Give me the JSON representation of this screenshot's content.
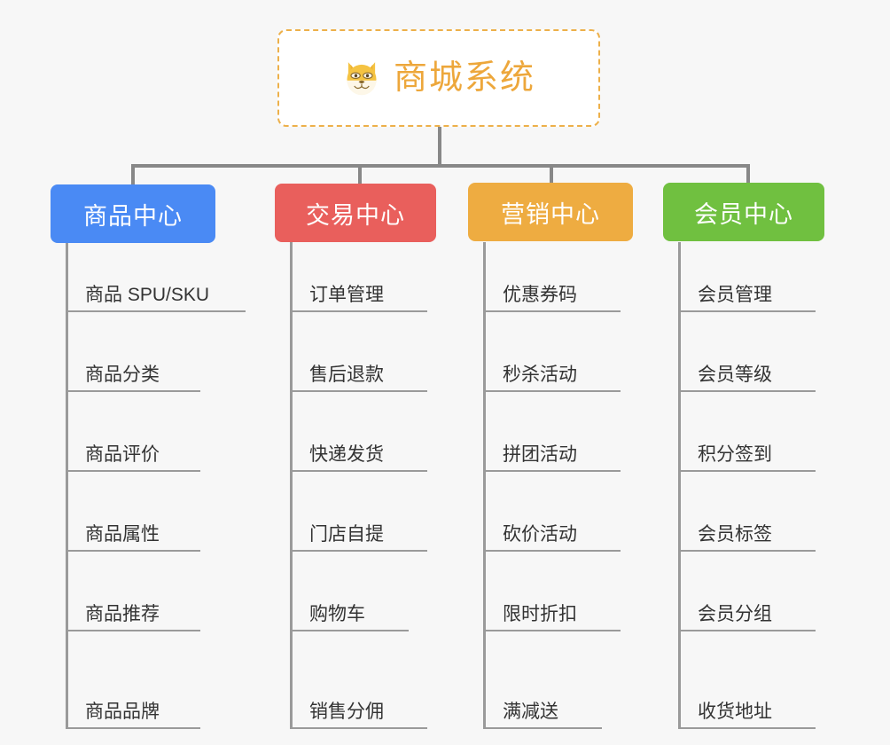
{
  "diagram": {
    "title": "商城系统",
    "root_icon": "dog-face-icon",
    "background_color": "#f7f7f7",
    "connector_color": "#888888",
    "root": {
      "label": "商城系统",
      "border_color": "#edb04a",
      "text_color": "#eda73b",
      "background_color": "#ffffff"
    },
    "branches": [
      {
        "label": "商品中心",
        "color": "#4a8af4",
        "items": [
          "商品 SPU/SKU",
          "商品分类",
          "商品评价",
          "商品属性",
          "商品推荐",
          "商品品牌"
        ]
      },
      {
        "label": "交易中心",
        "color": "#e95f5c",
        "items": [
          "订单管理",
          "售后退款",
          "快递发货",
          "门店自提",
          "购物车",
          "销售分佣"
        ]
      },
      {
        "label": "营销中心",
        "color": "#eeac41",
        "items": [
          "优惠券码",
          "秒杀活动",
          "拼团活动",
          "砍价活动",
          "限时折扣",
          "满减送"
        ]
      },
      {
        "label": "会员中心",
        "color": "#70c040",
        "items": [
          "会员管理",
          "会员等级",
          "积分签到",
          "会员标签",
          "会员分组",
          "收货地址"
        ]
      }
    ]
  }
}
